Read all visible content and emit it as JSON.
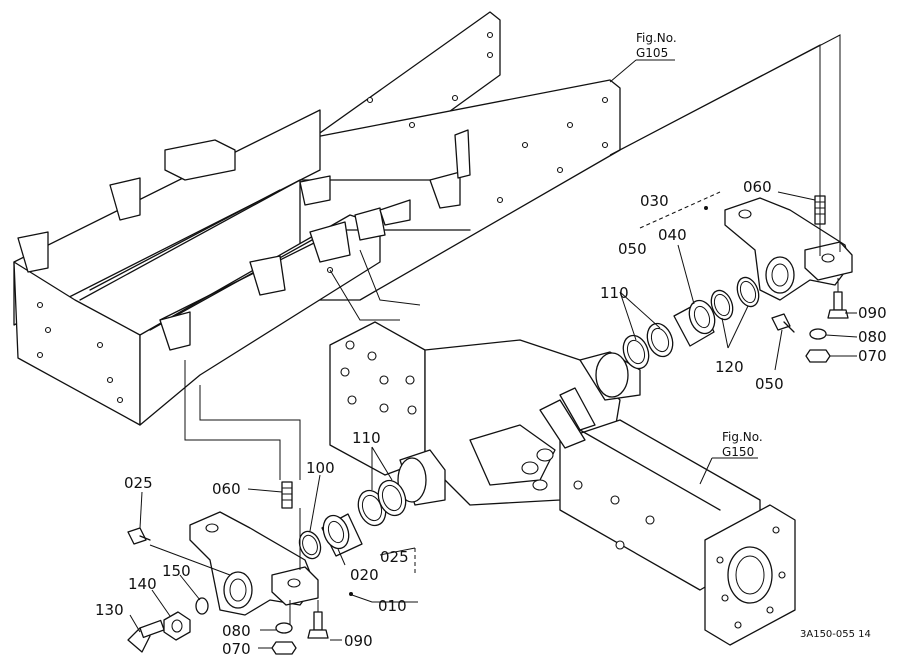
{
  "fig_refs": [
    {
      "line1": "Fig.No.",
      "line2": "G105"
    },
    {
      "line1": "Fig.No.",
      "line2": "G150"
    }
  ],
  "callouts": {
    "p030": "030",
    "p060_right": "060",
    "p050_top": "050",
    "p040": "040",
    "p110_right": "110",
    "p120": "120",
    "p050_bottom": "050",
    "p090_right": "090",
    "p080_right": "080",
    "p070_right": "070",
    "p110_left": "110",
    "p025_top": "025",
    "p060_left": "060",
    "p100": "100",
    "p020": "020",
    "p025_bottom": "025",
    "p010": "010",
    "p150": "150",
    "p140": "140",
    "p130": "130",
    "p080_left": "080",
    "p070_left": "070",
    "p090_left": "090"
  },
  "diagram_code": "3A150-055 14"
}
